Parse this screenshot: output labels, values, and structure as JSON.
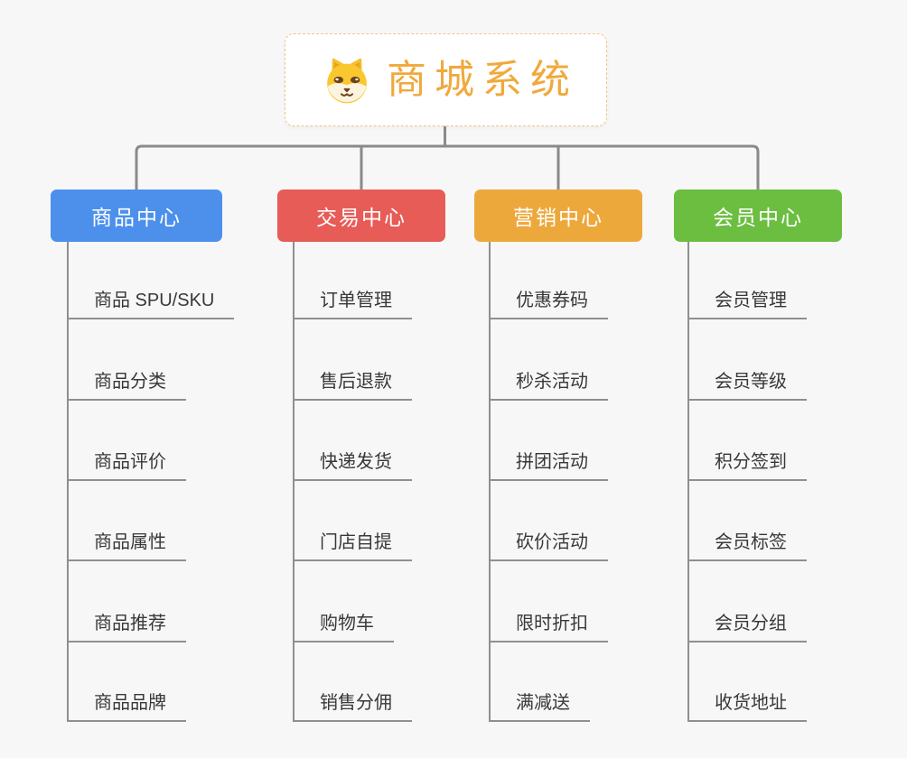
{
  "canvas": {
    "background": "#f7f7f7",
    "trunk_connector_color": "#8a8a8a",
    "leaf_connector_color": "#8f8f8f"
  },
  "root": {
    "title": "商城系统",
    "icon": "shiba-dog-icon",
    "title_color": "#f0a93c",
    "border_color": "#f2c486",
    "background": "#ffffff"
  },
  "branches": [
    {
      "label": "商品中心",
      "color": "#4c90ec",
      "items": [
        "商品 SPU/SKU",
        "商品分类",
        "商品评价",
        "商品属性",
        "商品推荐",
        "商品品牌"
      ]
    },
    {
      "label": "交易中心",
      "color": "#e75c57",
      "items": [
        "订单管理",
        "售后退款",
        "快递发货",
        "门店自提",
        "购物车",
        "销售分佣"
      ]
    },
    {
      "label": "营销中心",
      "color": "#eda83c",
      "items": [
        "优惠券码",
        "秒杀活动",
        "拼团活动",
        "砍价活动",
        "限时折扣",
        "满减送"
      ]
    },
    {
      "label": "会员中心",
      "color": "#6cbe41",
      "items": [
        "会员管理",
        "会员等级",
        "积分签到",
        "会员标签",
        "会员分组",
        "收货地址"
      ]
    }
  ]
}
